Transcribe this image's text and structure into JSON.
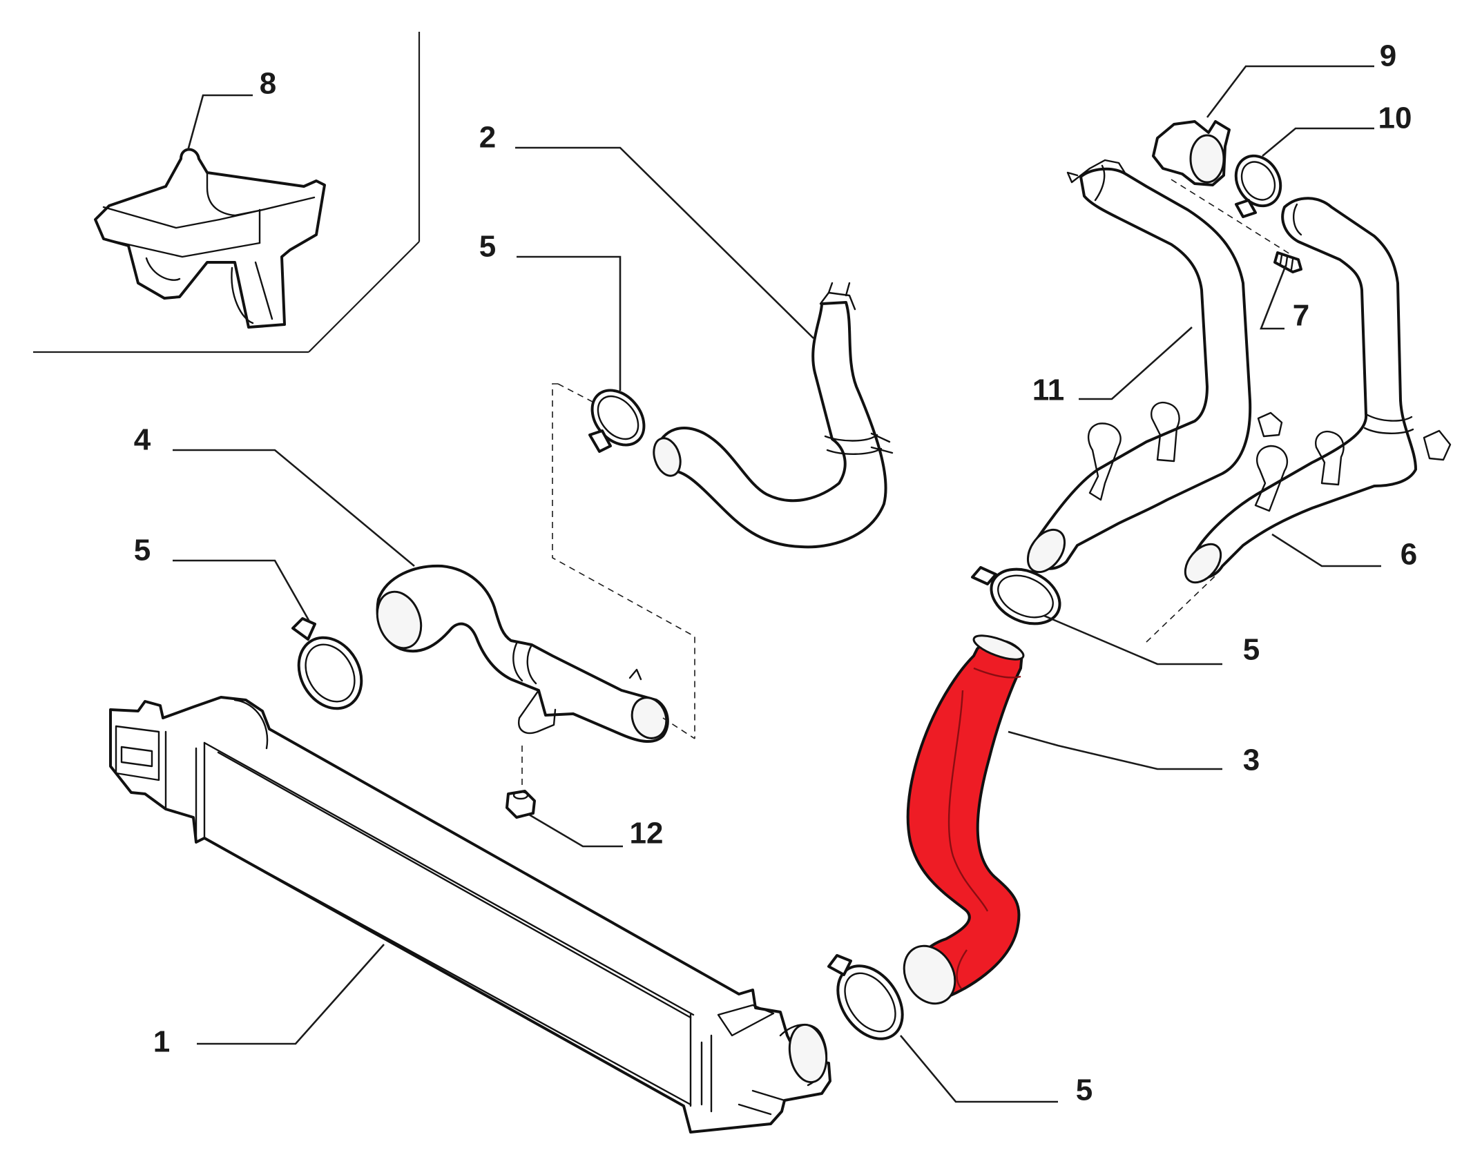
{
  "figure": {
    "callouts": [
      {
        "id": "c1",
        "number": "1",
        "part": "intercooler"
      },
      {
        "id": "c2",
        "number": "2",
        "part": "upper-hose"
      },
      {
        "id": "c3",
        "number": "3",
        "part": "red-hose"
      },
      {
        "id": "c4",
        "number": "4",
        "part": "inlet-pipe"
      },
      {
        "id": "c5a",
        "number": "5",
        "part": "clamp"
      },
      {
        "id": "c5b",
        "number": "5",
        "part": "clamp"
      },
      {
        "id": "c5c",
        "number": "5",
        "part": "clamp"
      },
      {
        "id": "c5d",
        "number": "5",
        "part": "clamp"
      },
      {
        "id": "c6",
        "number": "6",
        "part": "pipe-6"
      },
      {
        "id": "c7",
        "number": "7",
        "part": "screw"
      },
      {
        "id": "c8",
        "number": "8",
        "part": "bracket"
      },
      {
        "id": "c9",
        "number": "9",
        "part": "flange"
      },
      {
        "id": "c10",
        "number": "10",
        "part": "clamp-10"
      },
      {
        "id": "c11",
        "number": "11",
        "part": "pipe-11"
      },
      {
        "id": "c12",
        "number": "12",
        "part": "nut"
      }
    ],
    "highlight_color": "#ee1c25",
    "line_color": "#111111"
  }
}
